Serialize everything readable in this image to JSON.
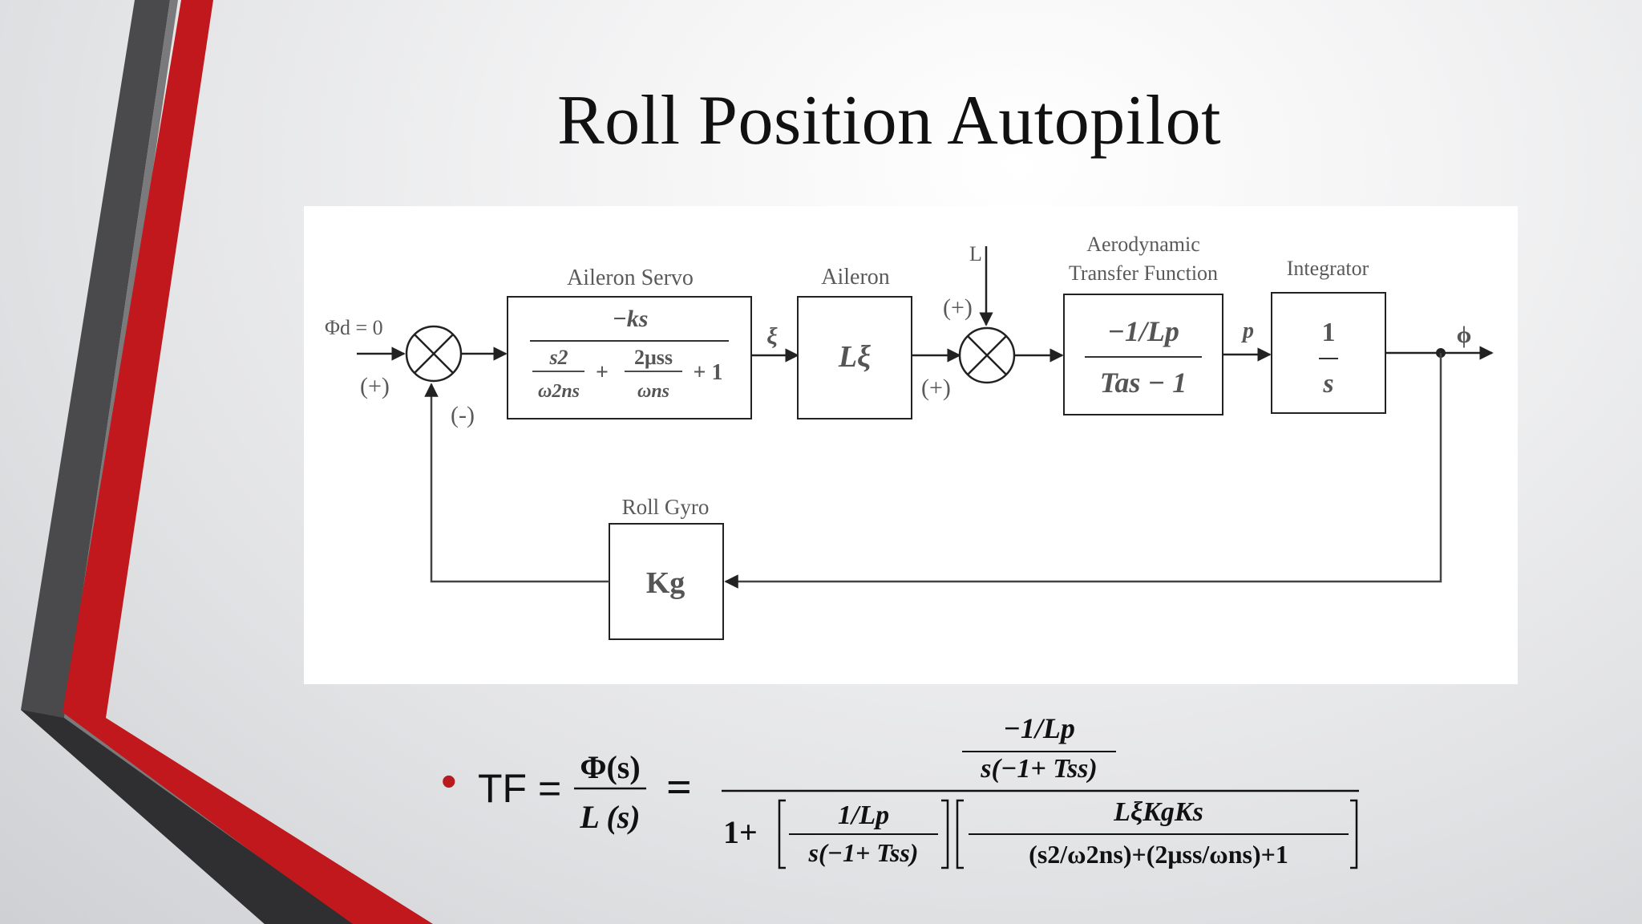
{
  "slide": {
    "title": "Roll Position Autopilot",
    "accent_colors": {
      "red": "#c0181c",
      "dark_gray": "#3d3d3f",
      "mid_gray": "#5a5a5c"
    }
  },
  "diagram": {
    "input_label": "Φd = 0",
    "sum1_plus": "(+)",
    "sum1_minus": "(-)",
    "servo_title": "Aileron Servo",
    "servo_num": "−ks",
    "servo_den_a_num": "s2",
    "servo_den_a_den": "ω2ns",
    "servo_plus": "+",
    "servo_den_b_num": "2μss",
    "servo_den_b_den": "ωns",
    "servo_plus_one": "+ 1",
    "xi": "ξ",
    "aileron_title": "Aileron",
    "aileron_gain": "Lξ",
    "disturbance": "L",
    "sum2_plus_top": "(+)",
    "sum2_plus_left": "(+)",
    "aero_title_1": "Aerodynamic",
    "aero_title_2": "Transfer Function",
    "aero_num": "−1/Lp",
    "aero_den": "Tas − 1",
    "p_signal": "p",
    "integrator_title": "Integrator",
    "integrator_num": "1",
    "integrator_den": "s",
    "output_label": "ϕ",
    "gyro_title": "Roll Gyro",
    "gyro_gain": "Kg"
  },
  "equation": {
    "bullet": "•",
    "lhs": "TF =",
    "frac_num": "Φ(s)",
    "frac_den": "L (s)",
    "equals": "=",
    "big_num_top": "−1/Lp",
    "big_num_bot": "s(−1+ Tss)",
    "one_plus": "1+",
    "bracket1_num": "1/Lp",
    "bracket1_den": "s(−1+ Tss)",
    "bracket2_num": "LξKgKs",
    "bracket2_den": "(s2/ω2ns)+(2μss/ωns)+1"
  }
}
